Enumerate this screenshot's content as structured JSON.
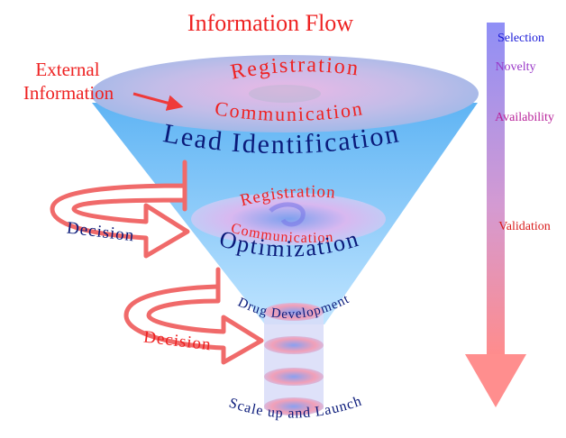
{
  "title": "Information Flow",
  "external_info": [
    "External",
    "Information"
  ],
  "funnel": {
    "top_ring": {
      "inner": "Registration",
      "middle": "Communication",
      "outer": "Lead Identification"
    },
    "middle_ring": {
      "inner": "Registration",
      "middle": "Communication",
      "outer": "Optimization"
    },
    "stage3": "Drug Development",
    "stage4": "Scale up and Launch"
  },
  "decisions": [
    "Decision",
    "Decision"
  ],
  "criteria": [
    "Selection",
    "Novelty",
    "Availability",
    "Validation"
  ],
  "colors": {
    "red_text": "#ee2222",
    "navy_text": "#0a1a7a",
    "selection": "#1a1ad8",
    "novelty": "#9a38c8",
    "availability": "#b8229a",
    "validation": "#d81c1c",
    "arrow_pink": "#ff6a6a",
    "funnel_blue": "#7cc6ff"
  }
}
